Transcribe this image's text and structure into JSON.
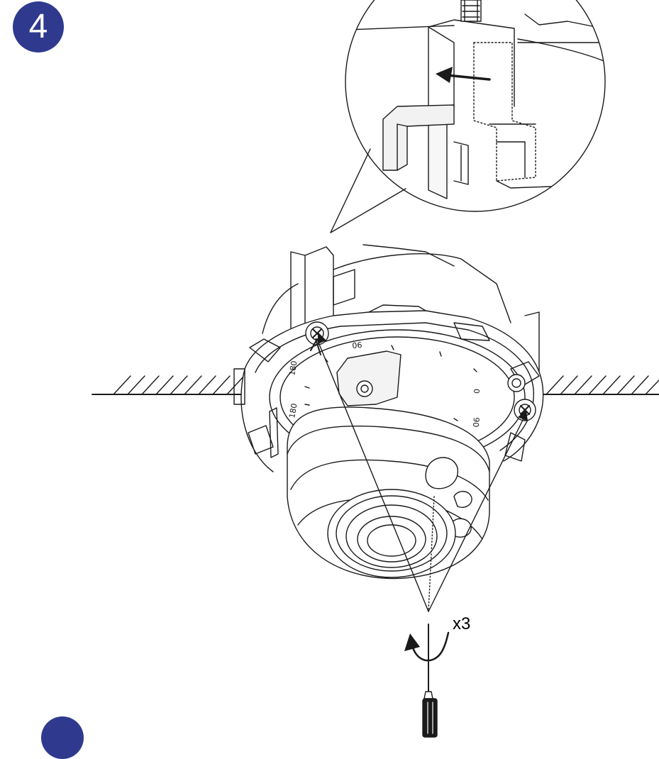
{
  "step": {
    "number": "4"
  },
  "callout": {
    "repeat_count": "x3"
  },
  "dial_labels": [
    "90",
    "0",
    "90",
    "180",
    "180"
  ],
  "colors": {
    "badge": "#2f3a8f",
    "line": "#1a1a1a",
    "fill_gray": "#f2f2f2"
  },
  "icons": [
    "arrow-left-icon",
    "rotate-arrow-icon",
    "screwdriver-icon",
    "screw-icon"
  ]
}
